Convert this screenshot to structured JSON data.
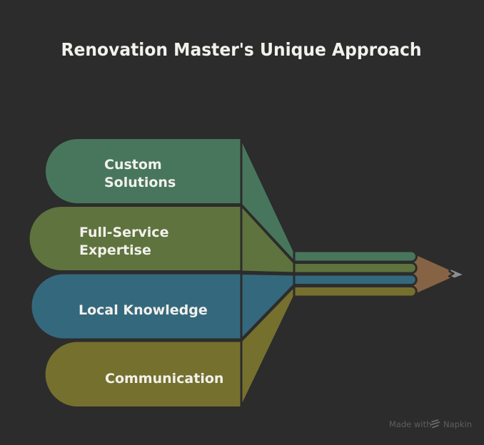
{
  "title": "Renovation Master's Unique Approach",
  "banners": [
    {
      "id": "custom-solutions",
      "lines": [
        "Custom",
        "Solutions"
      ],
      "color": "#48765c"
    },
    {
      "id": "full-service-expertise",
      "lines": [
        "Full-Service",
        "Expertise"
      ],
      "color": "#5f733e"
    },
    {
      "id": "local-knowledge",
      "lines": [
        "Local Knowledge"
      ],
      "color": "#34687d"
    },
    {
      "id": "communication",
      "lines": [
        "Communication"
      ],
      "color": "#76702f"
    }
  ],
  "pencil": {
    "wood_color": "#866344",
    "graphite_color": "#8d8d8d"
  },
  "colors": {
    "background": "#2c2c2c",
    "title_text": "#f2f1ec",
    "banner_text": "#f2f1ec",
    "watermark_text": "#5f5f5f"
  },
  "watermark": {
    "made_with": "Made with",
    "brand": "Napkin",
    "logo_icon": "napkin-logo-icon"
  }
}
